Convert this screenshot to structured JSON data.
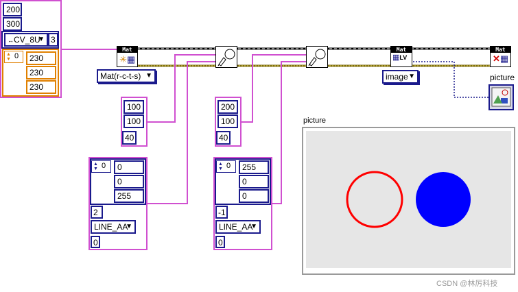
{
  "image_size": {
    "rows": "200",
    "cols": "300"
  },
  "image_type": {
    "type_label": "CV_8U",
    "channels": "3"
  },
  "init_color": {
    "index": "0",
    "values": [
      "230",
      "230",
      "230"
    ]
  },
  "mat_ctor": {
    "label": "Mat(r-c-t-s)"
  },
  "circle1": {
    "center": [
      "100",
      "100"
    ],
    "radius": "40",
    "color_index": "0",
    "color": [
      "0",
      "0",
      "255"
    ],
    "thickness": "2",
    "line_type": "LINE_AA",
    "shift": "0"
  },
  "circle2": {
    "center": [
      "200",
      "100"
    ],
    "radius": "40",
    "color_index": "0",
    "color": [
      "255",
      "0",
      "0"
    ],
    "thickness": "-1",
    "line_type": "LINE_AA",
    "shift": "0"
  },
  "convert": {
    "label": "image"
  },
  "picture_terminal": {
    "label": "picture"
  },
  "picture_indicator": {
    "label": "picture"
  },
  "watermark": "CSDN @林厉科技",
  "colors": {
    "circle1": "#ff0000",
    "circle2": "#0000ff",
    "picture_bg": "#e6e6e6",
    "wire_pink": "#d050d0"
  }
}
